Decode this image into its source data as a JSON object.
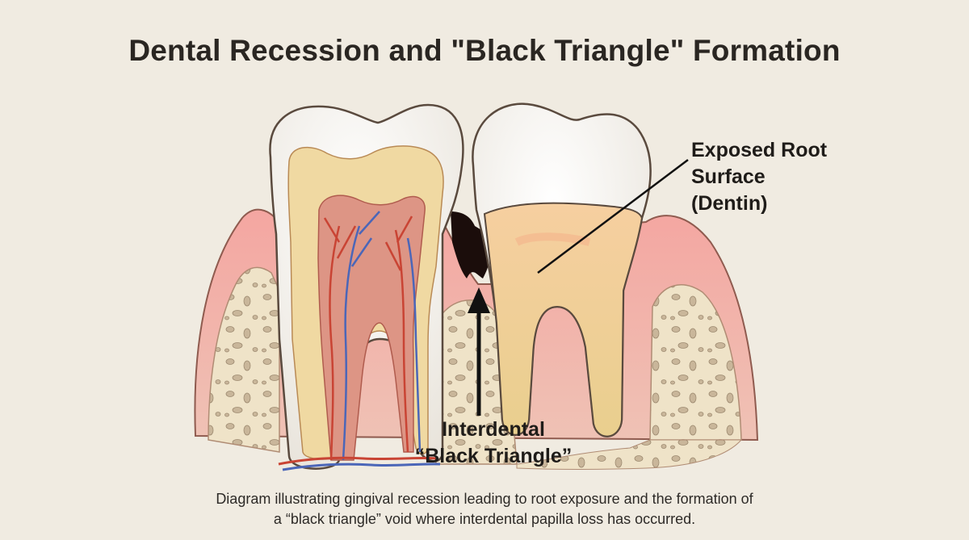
{
  "title": "Dental Recession and \"Black Triangle\" Formation",
  "labels": {
    "root": [
      "Exposed Root",
      "Surface",
      "(Dentin)"
    ],
    "triangle": [
      "Interdental",
      "“Black Triangle”"
    ]
  },
  "caption": [
    "Diagram illustrating gingival recession leading to root exposure and the formation of",
    "a “black triangle” void where interdental papilla loss has occurred."
  ],
  "colors": {
    "background": "#f0ebe1",
    "gum": "#eda7a0",
    "bone": "#efe2c6",
    "enamel": "#f6f3ee",
    "dentin": "#f0d9a2",
    "pulp": "#db8f7e",
    "artery": "#c94434",
    "vein": "#4b66b8",
    "black_triangle": "#1b0d0b"
  }
}
